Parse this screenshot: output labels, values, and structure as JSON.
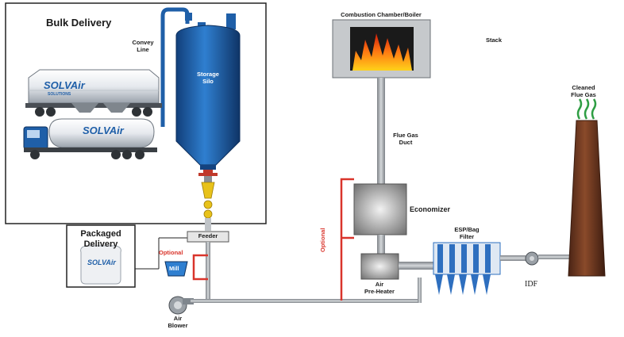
{
  "labels": {
    "bulk_delivery": "Bulk Delivery",
    "convey_line_1": "Convey",
    "convey_line_2": "Line",
    "storage_silo_1": "Storage",
    "storage_silo_2": "Silo",
    "packaged_delivery_1": "Packaged",
    "packaged_delivery_2": "Delivery",
    "optional_mill": "Optional",
    "mill": "Mill",
    "feeder": "Feeder",
    "air_blower_1": "Air",
    "air_blower_2": "Blower",
    "combustion": "Combustion Chamber/Boiler",
    "stack": "Stack",
    "flue_gas_duct_1": "Flue Gas",
    "flue_gas_duct_2": "Duct",
    "economizer": "Economizer",
    "optional_vertical": "Optional",
    "air_preheater_1": "Air",
    "air_preheater_2": "Pre-Heater",
    "esp_1": "ESP/Bag",
    "esp_2": "Filter",
    "idf": "IDF",
    "cleaned_1": "Cleaned",
    "cleaned_2": "Flue Gas",
    "truck_brand": "SOLVAir",
    "truck_brand_sub": "SOLUTIONS",
    "bag_brand": "SOLVAir"
  },
  "colors": {
    "silo_blue": "#1f5fa8",
    "pipe_gray": "#8a8f94",
    "optional_red": "#d9342b",
    "stack_brown": "#6b3a22",
    "vapor_green": "#2f9e44",
    "filter_blue": "#2e6fbf"
  }
}
